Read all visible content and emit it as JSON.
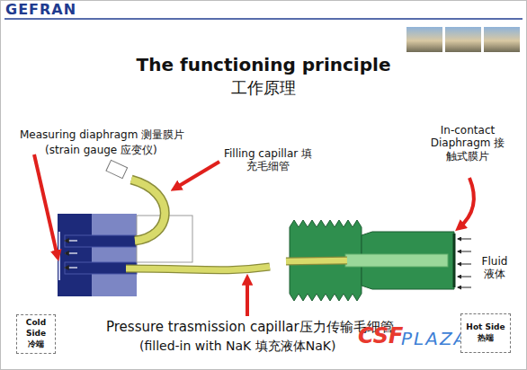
{
  "diagram": {
    "title": "The functioning principle",
    "nodes": [
      {
        "text": [
          "Cold Side",
          "冷端"
        ]
      },
      {
        "text": [
          "Hot Side",
          "热端"
        ]
      }
    ],
    "labels": [
      "GEFRAN",
      "工作原理",
      "Measuring diaphragm 测量膜片",
      "(strain gauge 应变仪)",
      "Filling capillar 填充毛细管",
      "In-contact Diaphragm 接触式膜片",
      "Fluid 液体",
      "Pressure trasmission capillar压力传输毛细管",
      "(filled-in with NaK 填充液体NaK)",
      "CSF",
      "PLAZA"
    ]
  }
}
